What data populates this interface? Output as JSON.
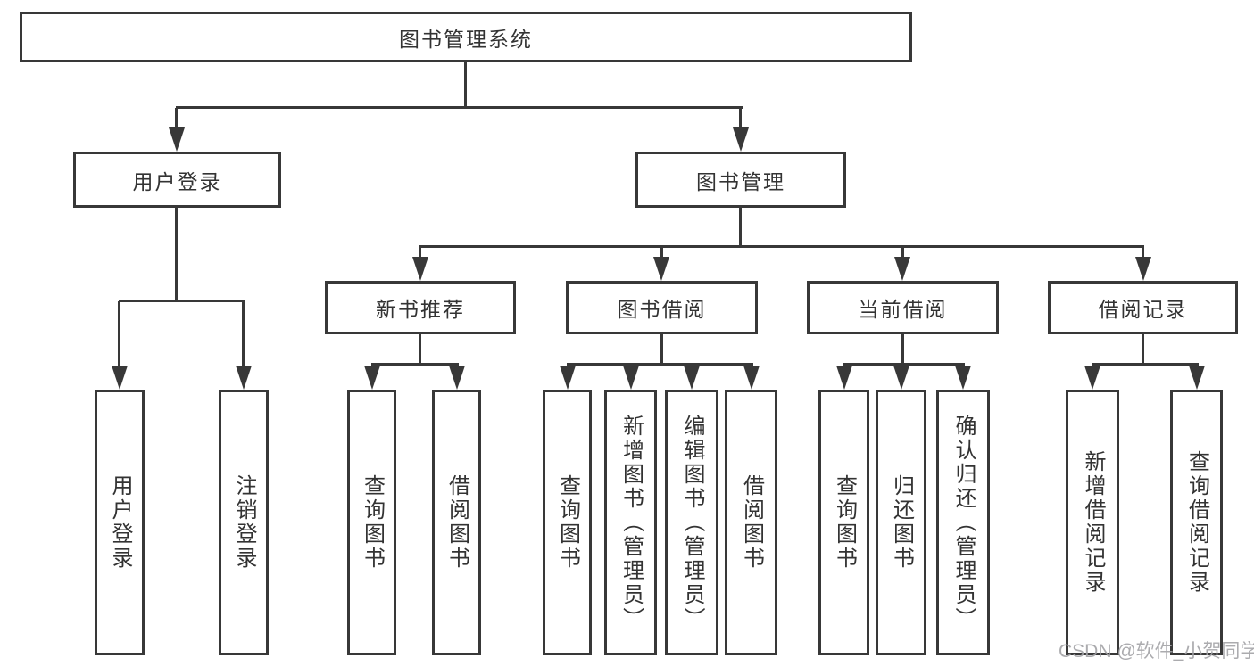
{
  "diagram": {
    "root": {
      "label": "图书管理系统"
    },
    "level2": [
      {
        "label": "用户登录"
      },
      {
        "label": "图书管理"
      }
    ],
    "level3": [
      {
        "label": "新书推荐"
      },
      {
        "label": "图书借阅"
      },
      {
        "label": "当前借阅"
      },
      {
        "label": "借阅记录"
      }
    ],
    "leaves": [
      {
        "label": "用户登录"
      },
      {
        "label": "注销登录"
      },
      {
        "label": "查询图书"
      },
      {
        "label": "借阅图书"
      },
      {
        "label": "查询图书"
      },
      {
        "label": "新增图书（管理员）"
      },
      {
        "label": "编辑图书（管理员）"
      },
      {
        "label": "借阅图书"
      },
      {
        "label": "查询图书"
      },
      {
        "label": "归还图书"
      },
      {
        "label": "确认归还（管理员）"
      },
      {
        "label": "新增借阅记录"
      },
      {
        "label": "查询借阅记录"
      }
    ]
  },
  "watermark": {
    "text": "CSDN @软件_小贺同学"
  },
  "colors": {
    "line": "#383838",
    "text": "#333333",
    "watermark": "#a2a2a6",
    "background": "#ffffff"
  }
}
